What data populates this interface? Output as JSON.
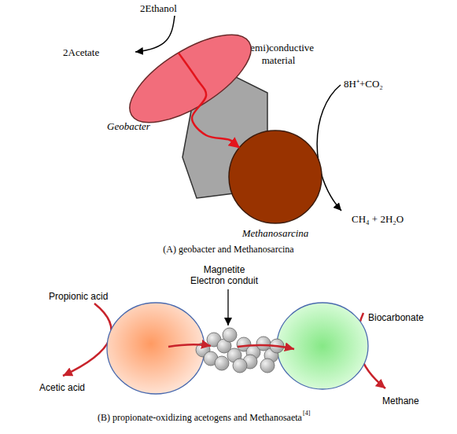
{
  "diagram": {
    "nodes": [
      {
        "text": [
          "Geobacter"
        ]
      },
      {
        "text": [
          "(semi)conductive material"
        ]
      },
      {
        "text": [
          "Methanosarcina"
        ]
      },
      {
        "text": [
          "Magnetite Electron conduit"
        ]
      }
    ],
    "edges": [
      {
        "from": 0,
        "to": 2,
        "arrow": "to"
      }
    ],
    "labels": [
      "2Ethanol",
      "2Acetate",
      "8H⁺+CO₂",
      "CH₄ + 2H₂O",
      "(A) geobacter and Methanosarcina",
      "Propionic acid",
      "Acetic acid",
      "Biocarbonate",
      "Methane",
      "(B) propionate-oxidizing acetogens and Methanosaeta",
      "[4]"
    ]
  }
}
